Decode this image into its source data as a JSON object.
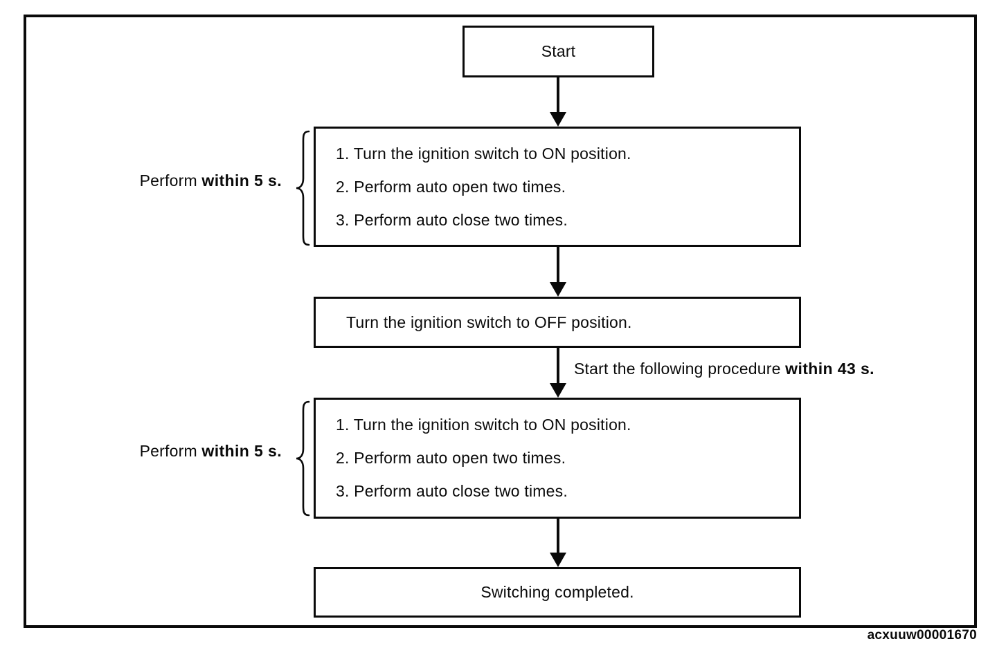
{
  "colors": {
    "ink": "#0a0a0a",
    "background": "#ffffff"
  },
  "flow": {
    "start": {
      "label": "Start"
    },
    "procedure1": {
      "note": {
        "prefix": "Perform ",
        "bold": "within 5 s."
      },
      "lines": [
        "1. Turn the ignition switch to ON position.",
        "2. Perform auto open two times.",
        "3. Perform auto close two times."
      ]
    },
    "ignition_off": {
      "label": "Turn the ignition switch to OFF position."
    },
    "arrow_note": {
      "prefix": "Start the following procedure ",
      "bold": "within 43 s."
    },
    "procedure2": {
      "note": {
        "prefix": "Perform ",
        "bold": "within 5 s."
      },
      "lines": [
        "1. Turn the ignition switch to ON position.",
        "2. Perform auto open two times.",
        "3. Perform auto close two times."
      ]
    },
    "completed": {
      "label": "Switching completed."
    },
    "figure_code": "acxuuw00001670"
  }
}
